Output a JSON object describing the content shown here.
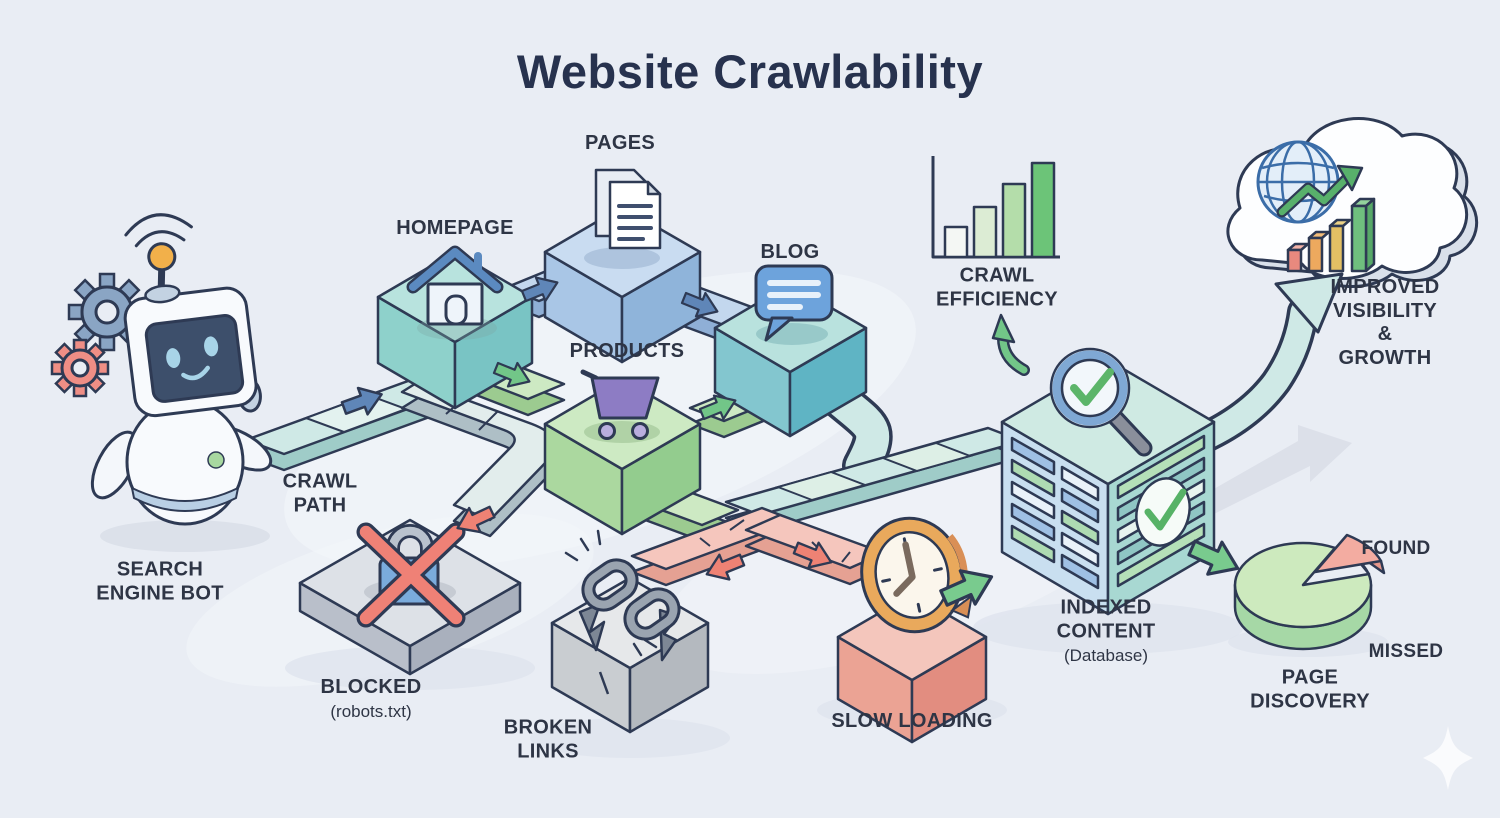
{
  "title": "Website Crawlability",
  "nodes": {
    "search_engine_bot": {
      "label": "SEARCH\nENGINE BOT",
      "icon": "robot"
    },
    "crawl_path": {
      "label": "CRAWL\nPATH"
    },
    "homepage": {
      "label": "HOMEPAGE",
      "icon": "house"
    },
    "pages": {
      "label": "PAGES",
      "icon": "documents"
    },
    "products": {
      "label": "PRODUCTS",
      "icon": "shopping-cart"
    },
    "blog": {
      "label": "BLOG",
      "icon": "speech-bubble"
    },
    "blocked": {
      "label": "BLOCKED",
      "sublabel": "(robots.txt)",
      "icon": "padlock-crossed-out"
    },
    "broken_links": {
      "label": "BROKEN\nLINKS",
      "icon": "broken-chain"
    },
    "slow_loading": {
      "label": "SLOW LOADING",
      "icon": "clock"
    },
    "indexed_content": {
      "label": "INDEXED\nCONTENT",
      "sublabel": "(Database)",
      "icon": "database-cube-magnifier-check"
    },
    "crawl_efficiency": {
      "label": "CRAWL\nEFFICIENCY",
      "icon": "rising-bar-chart"
    },
    "improved_visibility": {
      "label": "IMPROVED\nVISIBILITY &\nGROWTH",
      "icon": "cloud-globe-growth-chart"
    },
    "page_discovery": {
      "label": "PAGE\nDISCOVERY",
      "icon": "pie-chart",
      "slice_labels": {
        "found": "FOUND",
        "missed": "MISSED"
      }
    }
  },
  "chart_data": [
    {
      "type": "bar",
      "title": "CRAWL EFFICIENCY",
      "categories": [
        "bar1",
        "bar2",
        "bar3",
        "bar4"
      ],
      "values": [
        32,
        53,
        78,
        100
      ],
      "xlabel": "",
      "ylabel": "",
      "ylim": [
        0,
        100
      ],
      "note_colors": [
        "#f4f7f4",
        "#dcecd4",
        "#b4ddaa",
        "#6cc478"
      ]
    },
    {
      "type": "pie",
      "title": "PAGE DISCOVERY",
      "slices": [
        {
          "label": "FOUND",
          "value_pct": 13,
          "color": "#f3aca1",
          "exploded": true
        },
        {
          "label": "MISSED",
          "value_pct": 87,
          "color": "#cdeabe",
          "exploded": false
        }
      ]
    },
    {
      "type": "bar",
      "title": "growth bars in cloud",
      "categories": [
        "b1",
        "b2",
        "b3",
        "b4"
      ],
      "values": [
        20,
        32,
        44,
        62
      ],
      "note_colors": [
        "#e8897e",
        "#eda95e",
        "#e3c064",
        "#6fbf7e"
      ]
    }
  ],
  "colors": {
    "background": "#e9edf4",
    "outline_navy": "#2e3a54",
    "title_navy": "#27324e",
    "path_teal": "#cfe9e6",
    "path_green": "#cde9c3",
    "path_red": "#f5c6bd",
    "platform_blue": "#b9cfe9",
    "platform_green": "#cdeac3",
    "platform_gray": "#dde1e7",
    "cube_red": "#f4c6bc",
    "arrow_green": "#79cb8e",
    "arrow_red": "#ee8274",
    "arrow_blue": "#5f86b8",
    "accent_orange": "#f2b04a",
    "cart_purple": "#8d7cc4",
    "bubble_blue": "#6da3dc"
  }
}
